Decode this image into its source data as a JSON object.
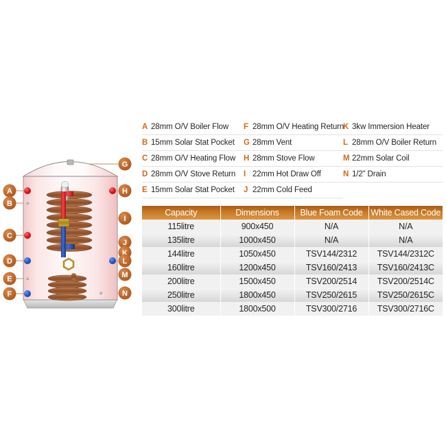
{
  "legend": {
    "columns": [
      [
        {
          "key": "A",
          "text": "28mm O/V Boiler Flow"
        },
        {
          "key": "B",
          "text": "15mm Solar Stat Pocket"
        },
        {
          "key": "C",
          "text": "28mm O/V Heating Flow"
        },
        {
          "key": "D",
          "text": "28mm O/V Stove Return"
        },
        {
          "key": "E",
          "text": "15mm Solar Stat Pocket"
        }
      ],
      [
        {
          "key": "F",
          "text": "28mm O/V Heating Return"
        },
        {
          "key": "G",
          "text": "28mm Vent"
        },
        {
          "key": "H",
          "text": "28mm Stove Flow"
        },
        {
          "key": "I",
          "text": "22mm Hot Draw Off"
        },
        {
          "key": "J",
          "text": "22mm Cold Feed"
        }
      ],
      [
        {
          "key": "K",
          "text": "3kw Immersion Heater"
        },
        {
          "key": "L",
          "text": "28mm O/V Boiler Return"
        },
        {
          "key": "M",
          "text": "22mm Solar Coil"
        },
        {
          "key": "N",
          "text": "1/2” Drain"
        },
        {
          "key": "",
          "text": ""
        }
      ]
    ]
  },
  "table": {
    "headers": [
      "Capacity",
      "Dimensions",
      "Blue Foam Code",
      "White Cased Code"
    ],
    "rows": [
      [
        "115litre",
        "900x450",
        "N/A",
        "N/A"
      ],
      [
        "135litre",
        "1000x450",
        "N/A",
        "N/A"
      ],
      [
        "144litre",
        "1050x450",
        "TSV144/2312",
        "TSV144/2312C"
      ],
      [
        "160litre",
        "1200x450",
        "TSV160/2413",
        "TSV160/2413C"
      ],
      [
        "200litre",
        "1500x450",
        "TSV200/2514",
        "TSV200/2514C"
      ],
      [
        "250litre",
        "1800x450",
        "TSV250/2615",
        "TSV250/2615C"
      ],
      [
        "300litre",
        "1800x500",
        "TSV300/2716",
        "TSV300/2716C"
      ]
    ]
  },
  "diagram": {
    "title": "thermal-store-cylinder-diagram",
    "callouts_left": [
      {
        "key": "A",
        "port": "red"
      },
      {
        "key": "B",
        "port": "grey"
      },
      {
        "key": "C",
        "port": "red"
      },
      {
        "key": "D",
        "port": "blue"
      },
      {
        "key": "E",
        "port": "grey"
      },
      {
        "key": "F",
        "port": "blue"
      }
    ],
    "callouts_right": [
      {
        "key": "G",
        "port": "vent"
      },
      {
        "key": "H",
        "port": "red"
      },
      {
        "key": "I",
        "port": "coil"
      },
      {
        "key": "J",
        "port": "pipe"
      },
      {
        "key": "K",
        "port": "nut"
      },
      {
        "key": "L",
        "port": "blue"
      },
      {
        "key": "M",
        "port": "coil"
      },
      {
        "key": "N",
        "port": "grey"
      }
    ],
    "colors": {
      "callout_fill": "#c0682a",
      "callout_text": "#ffffff",
      "leader_line": "#c98a5e",
      "port_red": "#e01b1b",
      "port_blue": "#1f5fd0",
      "port_grey": "#b0b0b0",
      "copper": "#a9714a",
      "brass": "#b39327",
      "cylinder_body": "#fbe8e8"
    }
  }
}
